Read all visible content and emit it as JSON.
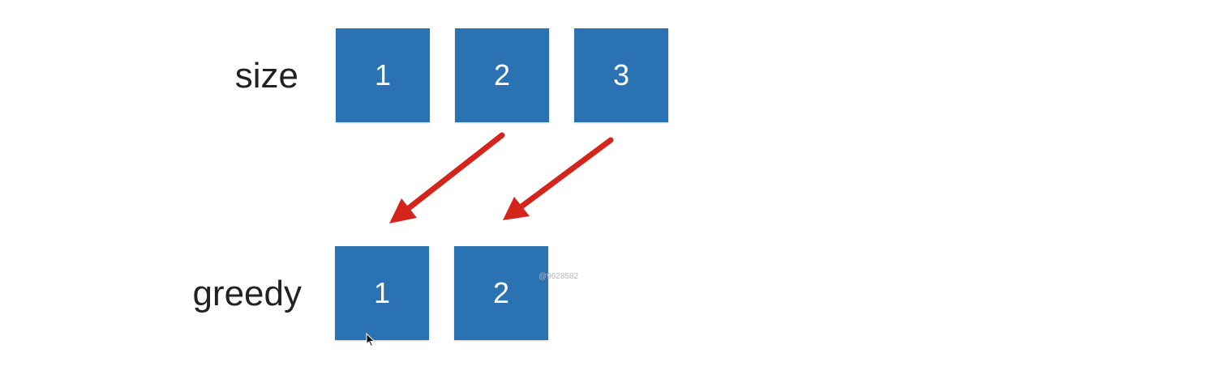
{
  "colors": {
    "box_fill": "#2a72b2",
    "arrow": "#d4241b",
    "label": "#222222"
  },
  "rows": {
    "size": {
      "label": "size",
      "boxes": [
        "1",
        "2",
        "3"
      ]
    },
    "greedy": {
      "label": "greedy",
      "boxes": [
        "1",
        "2"
      ]
    }
  },
  "arrows": [
    {
      "from": "size-box-2",
      "to": "greedy-box-1"
    },
    {
      "from": "size-box-3",
      "to": "greedy-box-2"
    }
  ],
  "watermark": "@9628582",
  "icons": {
    "cursor": "mouse-cursor-icon"
  }
}
